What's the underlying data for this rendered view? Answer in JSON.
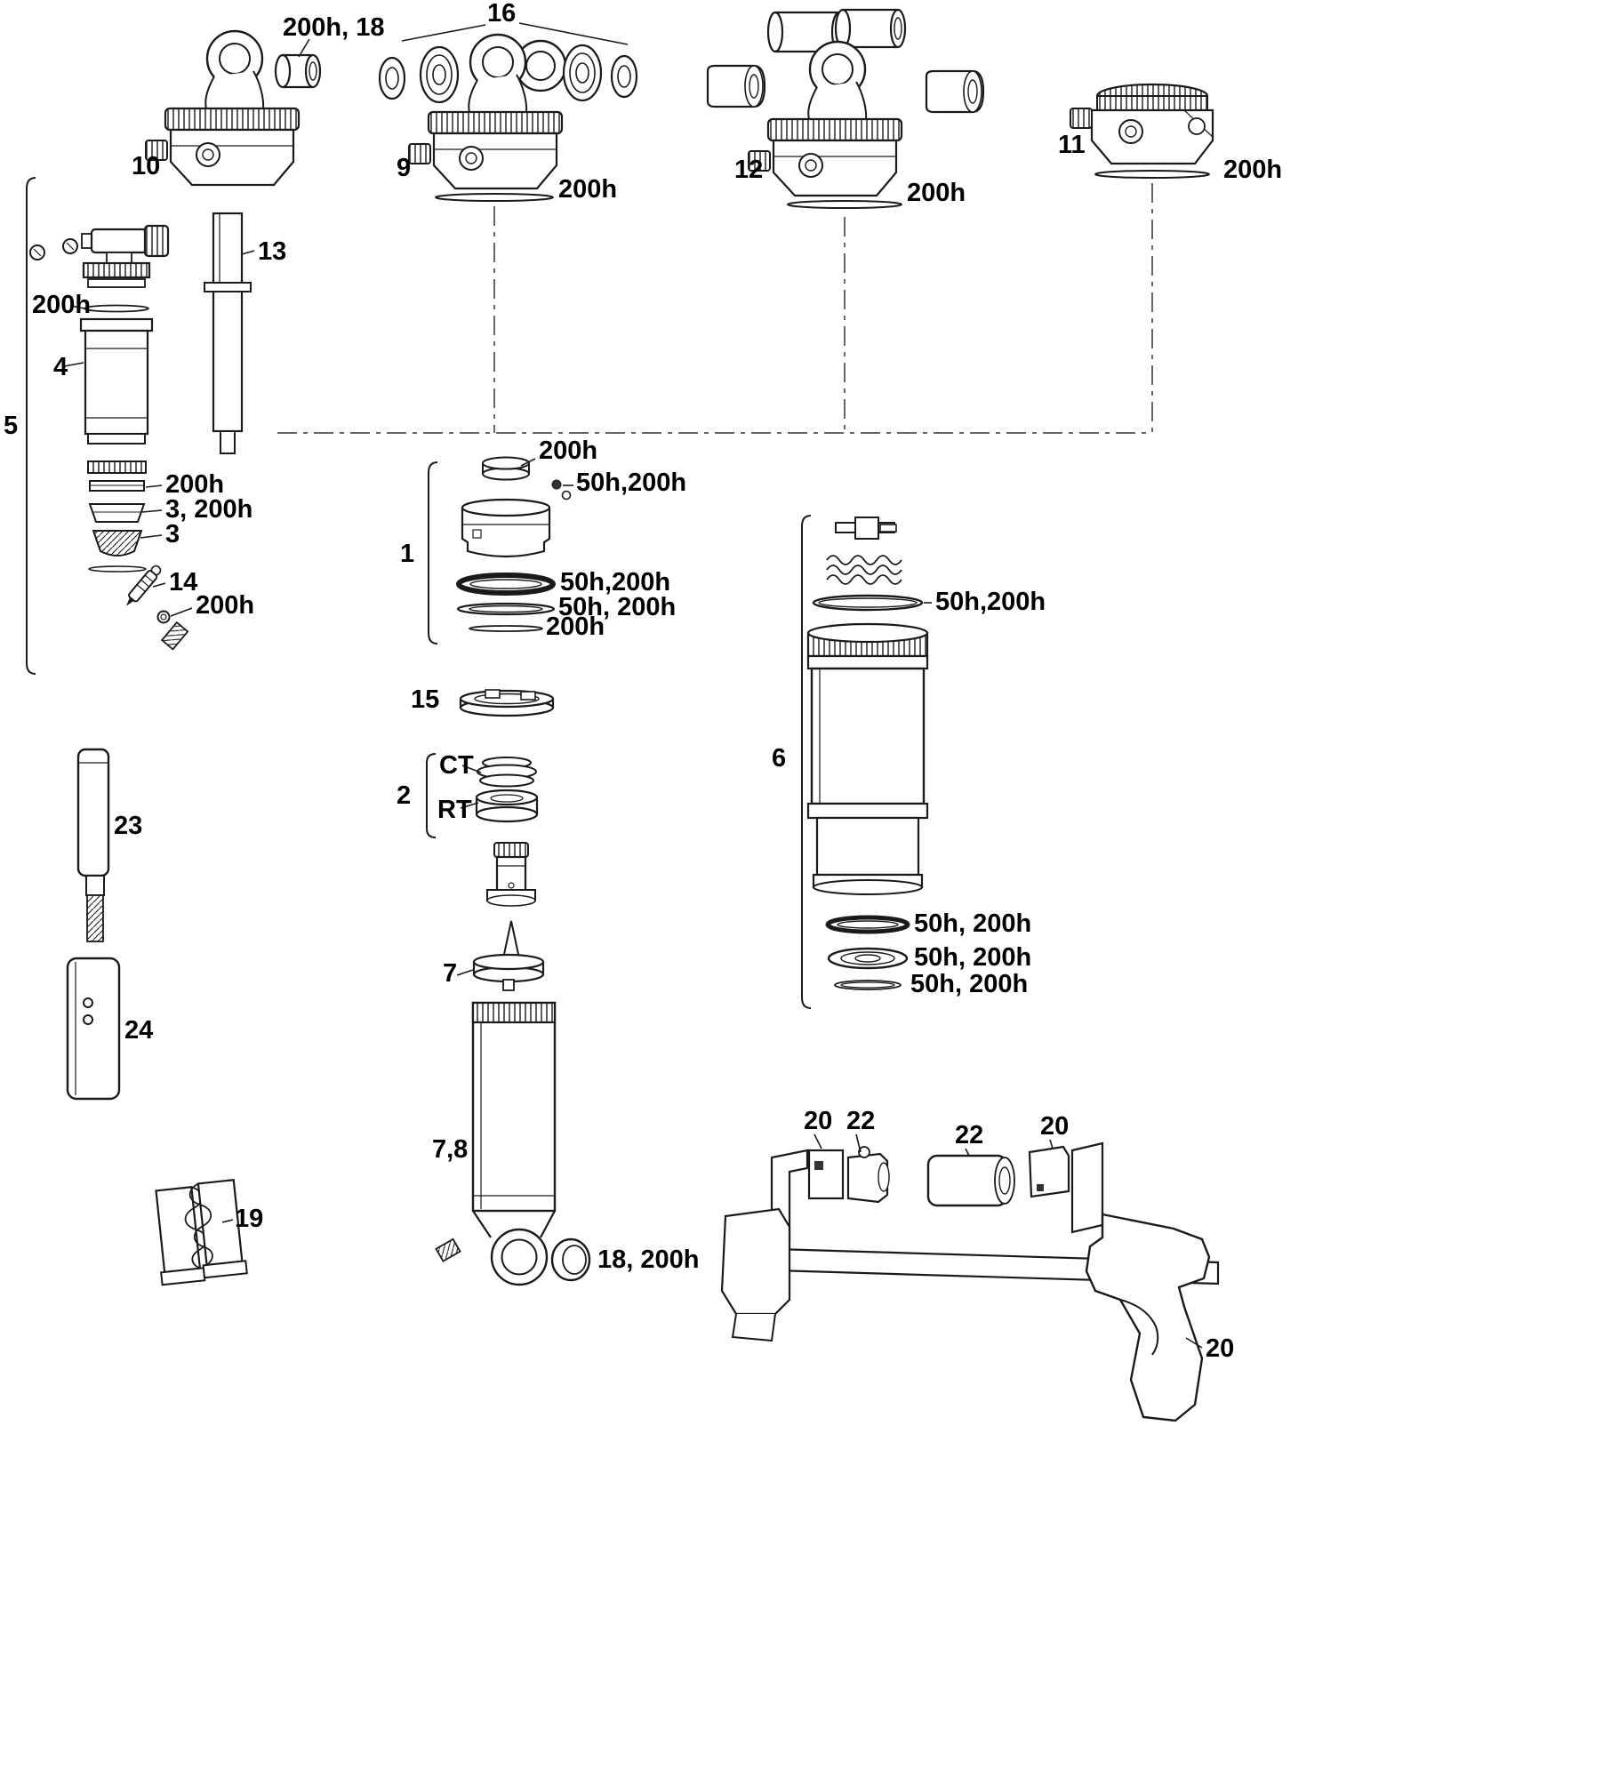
{
  "callouts": {
    "bushing_top": "200h, 18",
    "mount_hw": "16",
    "p10": "10",
    "p9": "9",
    "p9_oring": "200h",
    "p12": "12",
    "p12_oring": "200h",
    "p11": "11",
    "p11_oring": "200h",
    "p13": "13",
    "p4_oring": "200h",
    "p4": "4",
    "p5": "5",
    "rings_200h": "200h",
    "p3_200h": "3, 200h",
    "p3": "3",
    "p14": "14",
    "p14_oring": "200h",
    "g1_top_200h": "200h",
    "g1_screw": "50h,200h",
    "g1": "1",
    "g1_ring": "50h,200h",
    "g1_ring2": "50h, 200h",
    "g1_bot_200h": "200h",
    "p15": "15",
    "ct": "CT",
    "g2": "2",
    "rt": "RT",
    "p23": "23",
    "p6": "6",
    "p6_top": "50h,200h",
    "p6_a": "50h, 200h",
    "p6_b": "50h, 200h",
    "p6_c": "50h, 200h",
    "p7": "7",
    "p24": "24",
    "p78": "7,8",
    "p20a": "20",
    "p22a": "22",
    "p22b": "22",
    "p20b": "20",
    "p19": "19",
    "p18_200h": "18, 200h",
    "p20c": "20"
  }
}
